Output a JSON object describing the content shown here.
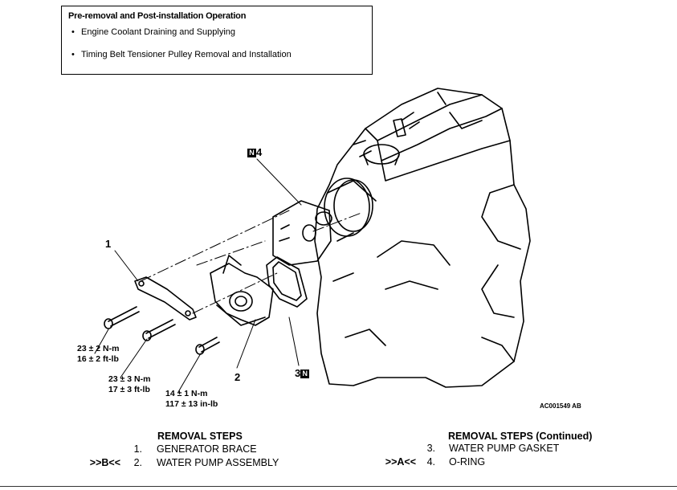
{
  "note": {
    "title": "Pre-removal and Post-installation Operation",
    "items": [
      "Engine Coolant Draining and Supplying",
      "Timing Belt Tensioner Pulley Removal and Installation"
    ]
  },
  "callouts": {
    "c1": "1",
    "c2": "2",
    "c3": "3",
    "c4": "4",
    "badge": "N"
  },
  "torques": [
    [
      "23 ± 2 N-m",
      "16 ± 2 ft-lb"
    ],
    [
      "23 ± 3 N-m",
      "17 ± 3 ft-lb"
    ],
    [
      "14 ± 1 N-m",
      "117 ± 13 in-lb"
    ]
  ],
  "figure_ref": "AC001549 AB",
  "removal_steps": {
    "title": "REMOVAL STEPS",
    "steps": [
      {
        "ref": "",
        "num": "1.",
        "label": "GENERATOR BRACE"
      },
      {
        "ref": ">>B<<",
        "num": "2.",
        "label": "WATER PUMP ASSEMBLY"
      }
    ]
  },
  "removal_steps_continued": {
    "title": "REMOVAL STEPS (Continued)",
    "steps": [
      {
        "ref": "",
        "num": "3.",
        "label": "WATER PUMP GASKET"
      },
      {
        "ref": ">>A<<",
        "num": "4.",
        "label": "O-RING"
      }
    ]
  }
}
